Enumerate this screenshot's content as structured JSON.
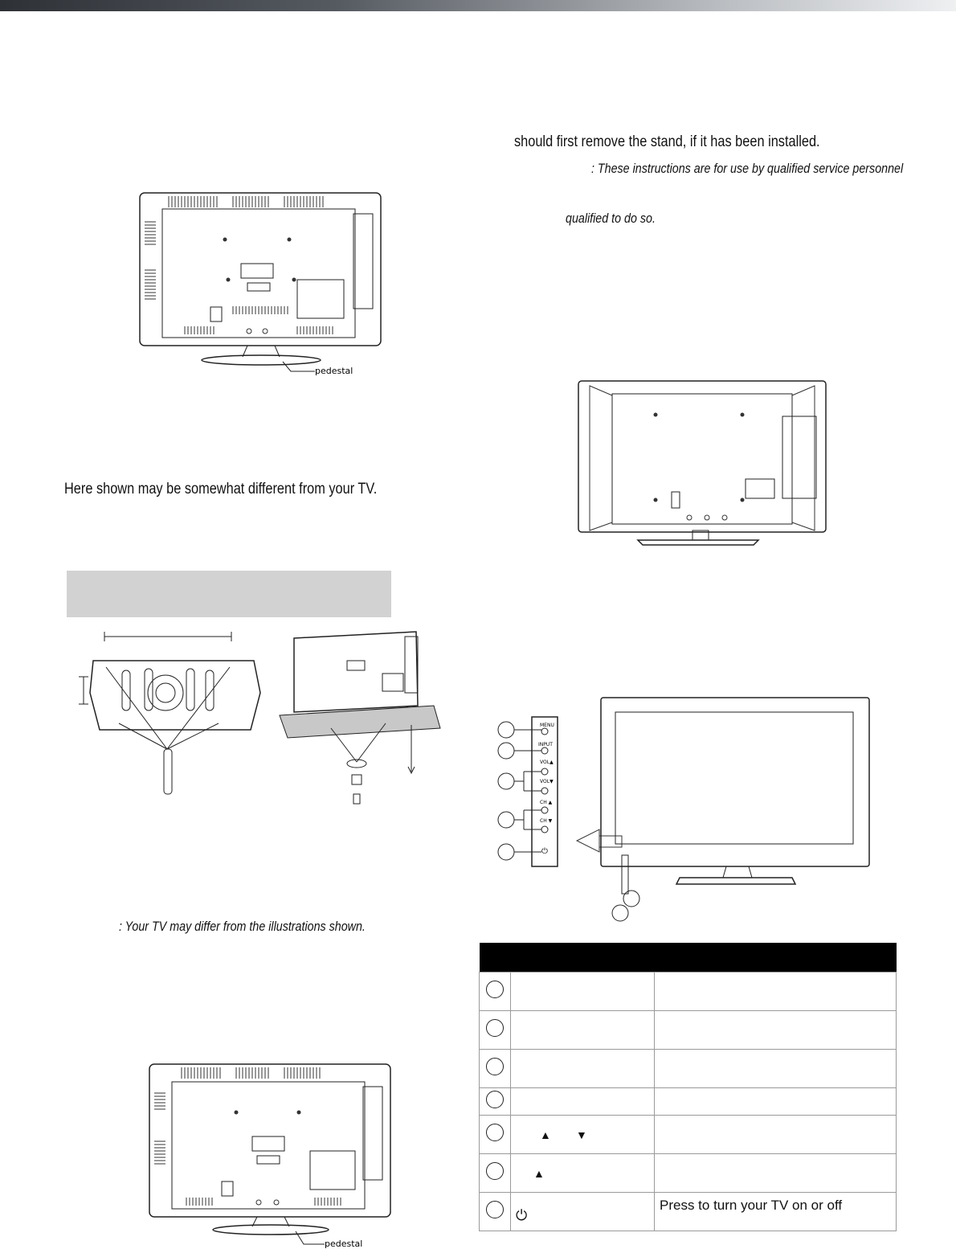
{
  "text": {
    "remove_stand": "should first remove the stand, if it has been installed.",
    "service_note_a": ": These instructions are for use by qualified service personnel",
    "service_note_b": "qualified to do so.",
    "here_shown": "Here shown may be somewhat different from your TV.",
    "differ_note": ": Your TV may differ from the illustrations shown."
  },
  "figure_labels": {
    "pedestal_top": "pedestal",
    "pedestal_bottom": "pedestal"
  },
  "panel_labels": {
    "menu": "MENU",
    "input": "INPUT",
    "vol_up": "VOL▲",
    "vol_down": "VOL▼",
    "ch_up": "CH ▲",
    "ch_down": "CH ▼"
  },
  "table": {
    "headers": [
      "",
      "",
      ""
    ],
    "rows": [
      {
        "col2": "",
        "col3": ""
      },
      {
        "col2": "",
        "col3": ""
      },
      {
        "col2": "",
        "col3": ""
      },
      {
        "col2": "",
        "col3": ""
      },
      {
        "col2": "▲        ▼",
        "col3": ""
      },
      {
        "col2": "▲",
        "col3": ""
      },
      {
        "col2": "⏻",
        "col3": "Press to turn your TV on or off"
      }
    ]
  }
}
